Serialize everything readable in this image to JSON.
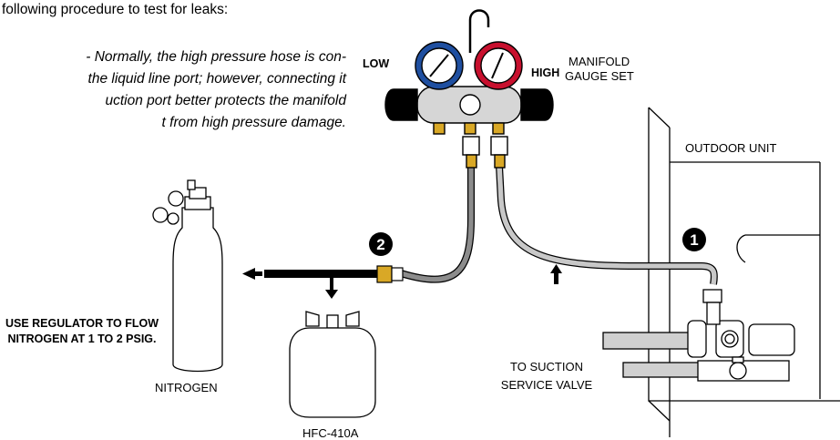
{
  "intro": "following procedure to test for leaks:",
  "note_lines": [
    "- Normally, the high pressure hose is con-",
    "the liquid line port; however, connecting it",
    "uction port better protects the manifold",
    "t from high pressure damage."
  ],
  "labels": {
    "low": "LOW",
    "high": "HIGH",
    "manifold_line1": "MANIFOLD",
    "manifold_line2": "GAUGE SET",
    "outdoor_unit": "OUTDOOR UNIT",
    "regulator": "USE REGULATOR TO FLOW NITROGEN AT 1 TO 2 PSIG.",
    "nitrogen": "NITROGEN",
    "refrigerant": "HFC-410A",
    "suction": "TO SUCTION SERVICE VALVE",
    "marker_1": "1",
    "marker_2": "2"
  },
  "colors": {
    "low_gauge": "#1f4fa0",
    "high_gauge": "#c8102e",
    "brass": "#d9a826",
    "hose_dark": "#8c8c8c",
    "hose_light": "#c8c8c8",
    "manifold_body": "#d6d6d6"
  }
}
